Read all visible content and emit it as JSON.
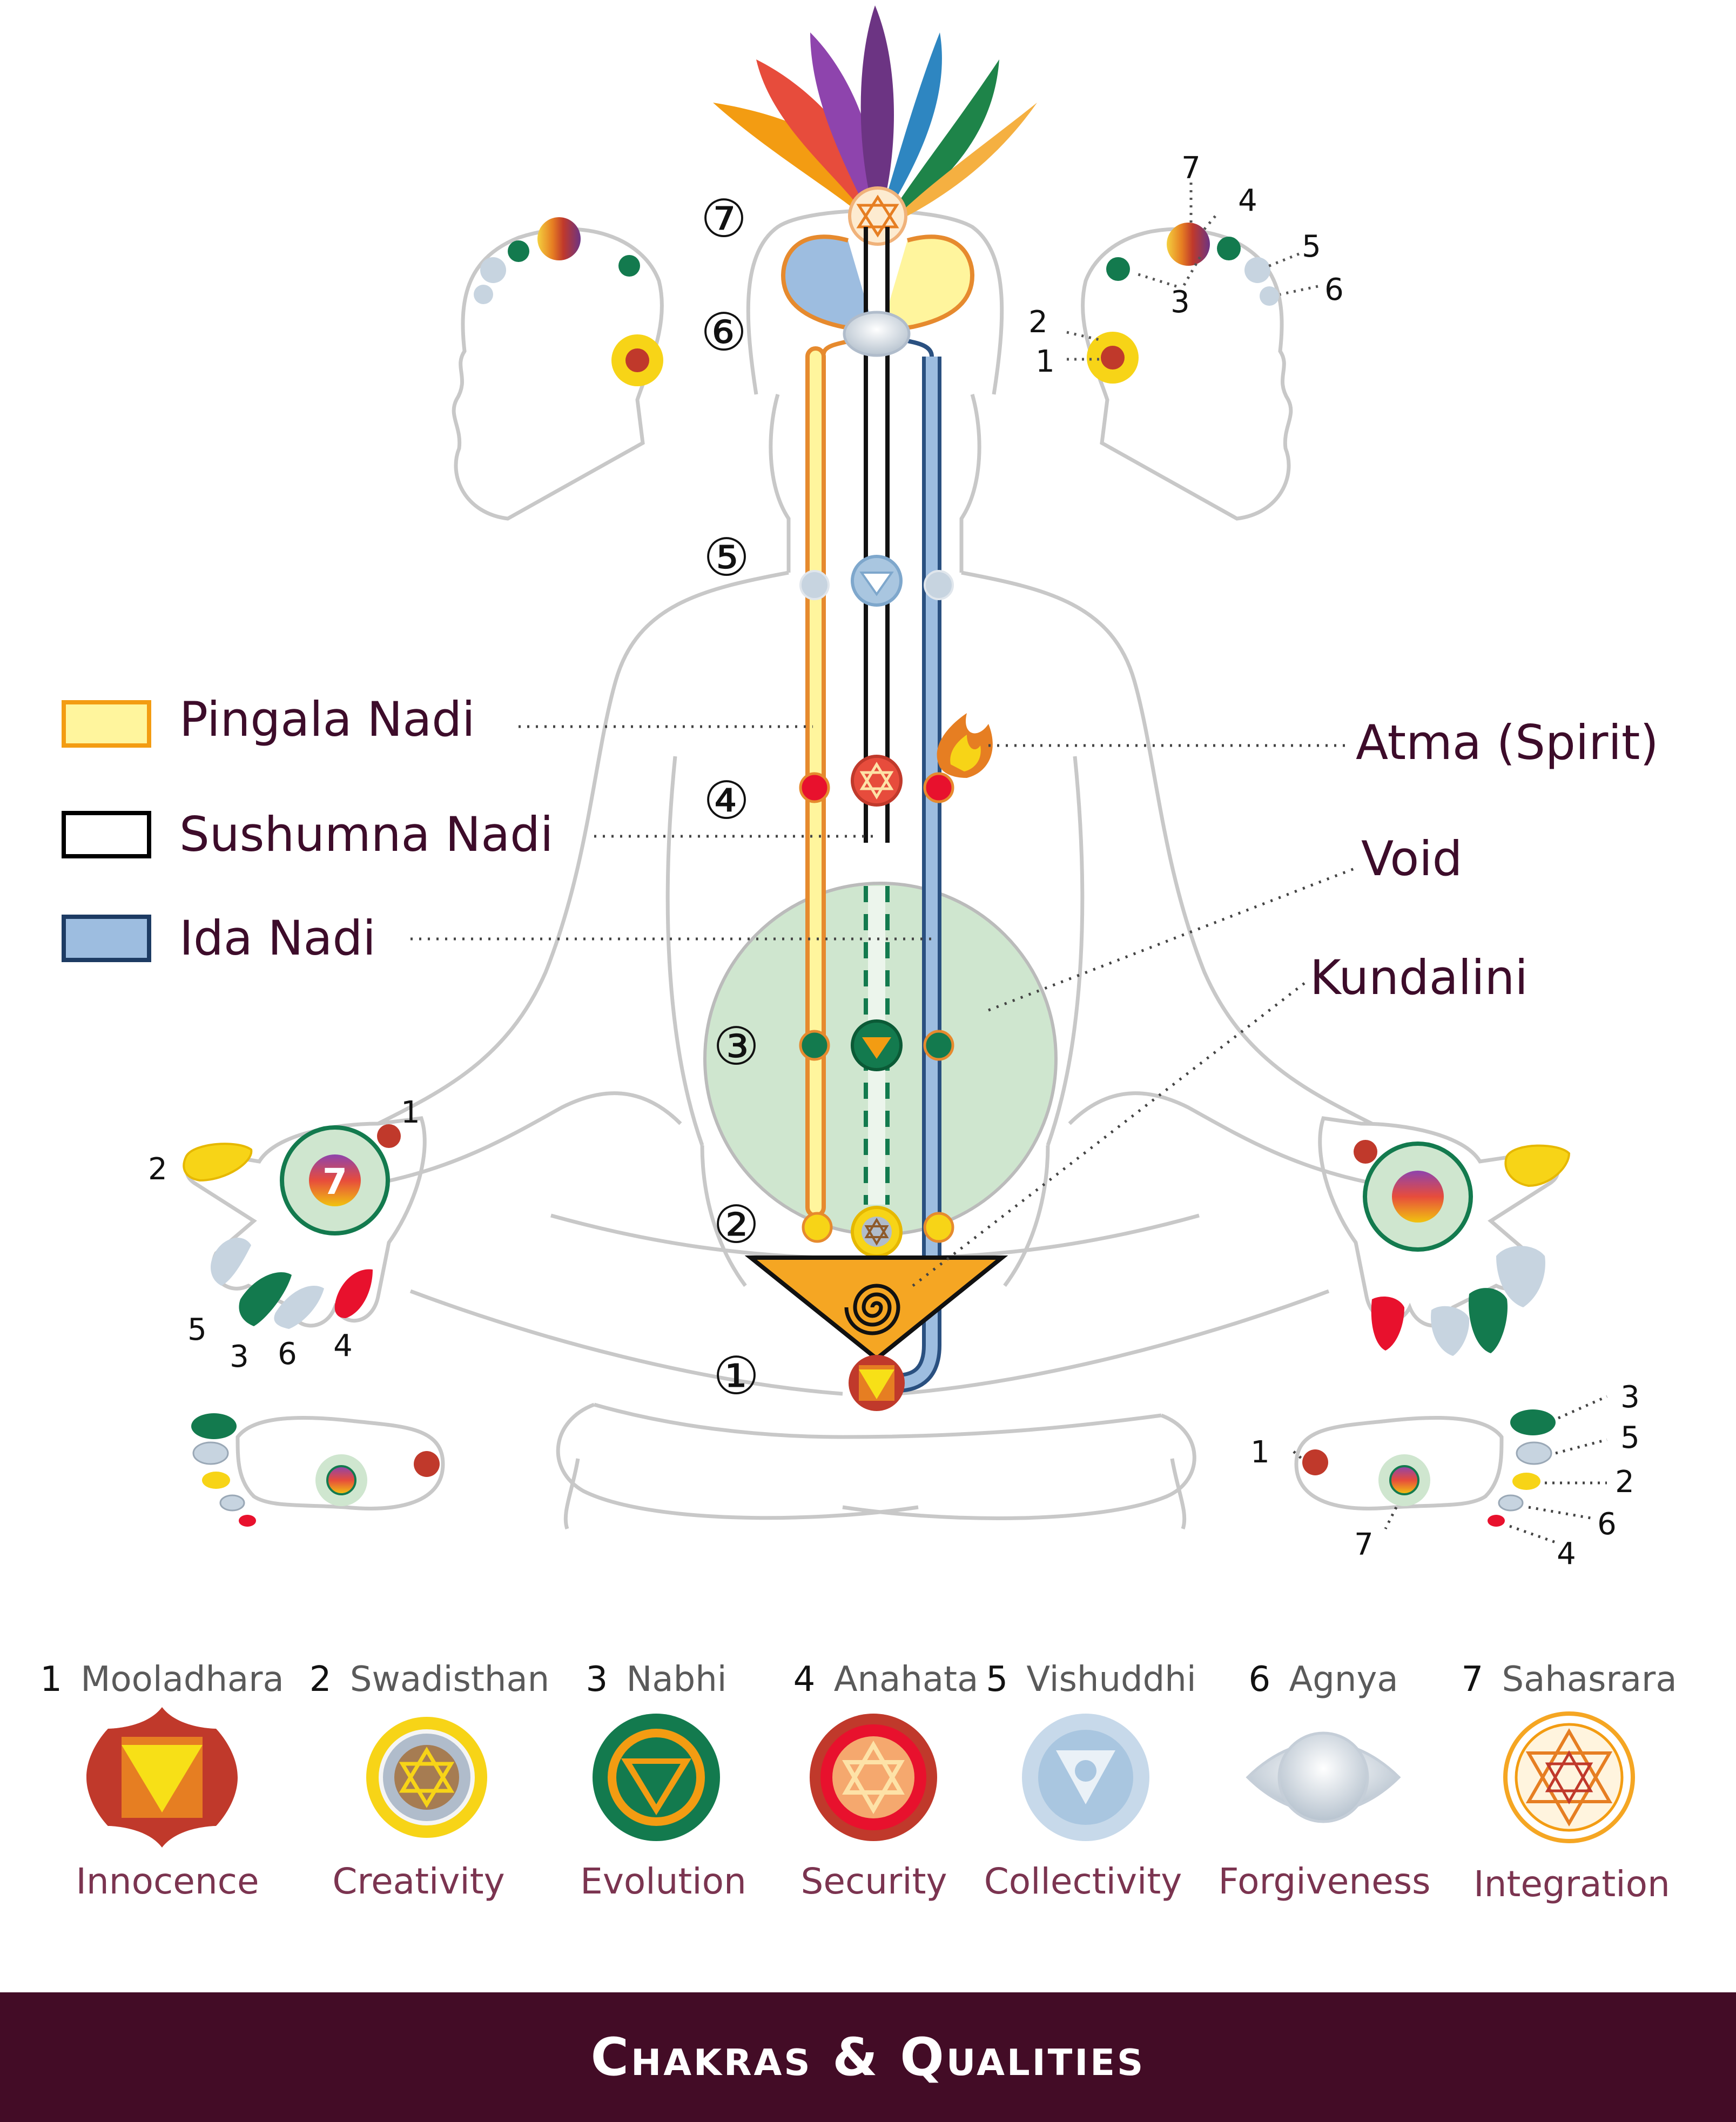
{
  "colors": {
    "pingala": "#fff59d",
    "pingala_border": "#f39c12",
    "ida": "#9dbde0",
    "ida_border": "#2a5080",
    "text_dark": "#3d0c2a",
    "quality_text": "#7b3450",
    "footer_bg": "#430c26",
    "body_outline": "#c8c8c8",
    "void": "#cfe6cf"
  },
  "legend": [
    {
      "label": "Pingala Nadi",
      "fill": "#fff59d",
      "border": "#f39c12"
    },
    {
      "label": "Sushumna Nadi",
      "fill": "#ffffff",
      "border": "#000000"
    },
    {
      "label": "Ida Nadi",
      "fill": "#9dbde0",
      "border": "#1d3b63"
    }
  ],
  "annotations": [
    "Atma (Spirit)",
    "Void",
    "Kundalini"
  ],
  "spine_numbers": [
    "⑦",
    "⑥",
    "⑤",
    "④",
    "③",
    "②",
    "①"
  ],
  "head_right_numbers": [
    "7",
    "4",
    "5",
    "6",
    "3",
    "2",
    "1"
  ],
  "left_hand_numbers": [
    "1",
    "2",
    "5",
    "3",
    "6",
    "4"
  ],
  "left_hand_center": "7",
  "right_foot_numbers": [
    "3",
    "5",
    "2",
    "6",
    "4",
    "1",
    "7"
  ],
  "chakras": [
    {
      "number": "1",
      "name": "Mooladhara",
      "quality": "Innocence"
    },
    {
      "number": "2",
      "name": "Swadisthan",
      "quality": "Creativity"
    },
    {
      "number": "3",
      "name": "Nabhi",
      "quality": "Evolution"
    },
    {
      "number": "4",
      "name": "Anahata",
      "quality": "Security"
    },
    {
      "number": "5",
      "name": "Vishuddhi",
      "quality": "Collectivity"
    },
    {
      "number": "6",
      "name": "Agnya",
      "quality": "Forgiveness"
    },
    {
      "number": "7",
      "name": "Sahasrara",
      "quality": "Integration"
    }
  ],
  "footer": {
    "title": "Chakras & Qualities"
  }
}
